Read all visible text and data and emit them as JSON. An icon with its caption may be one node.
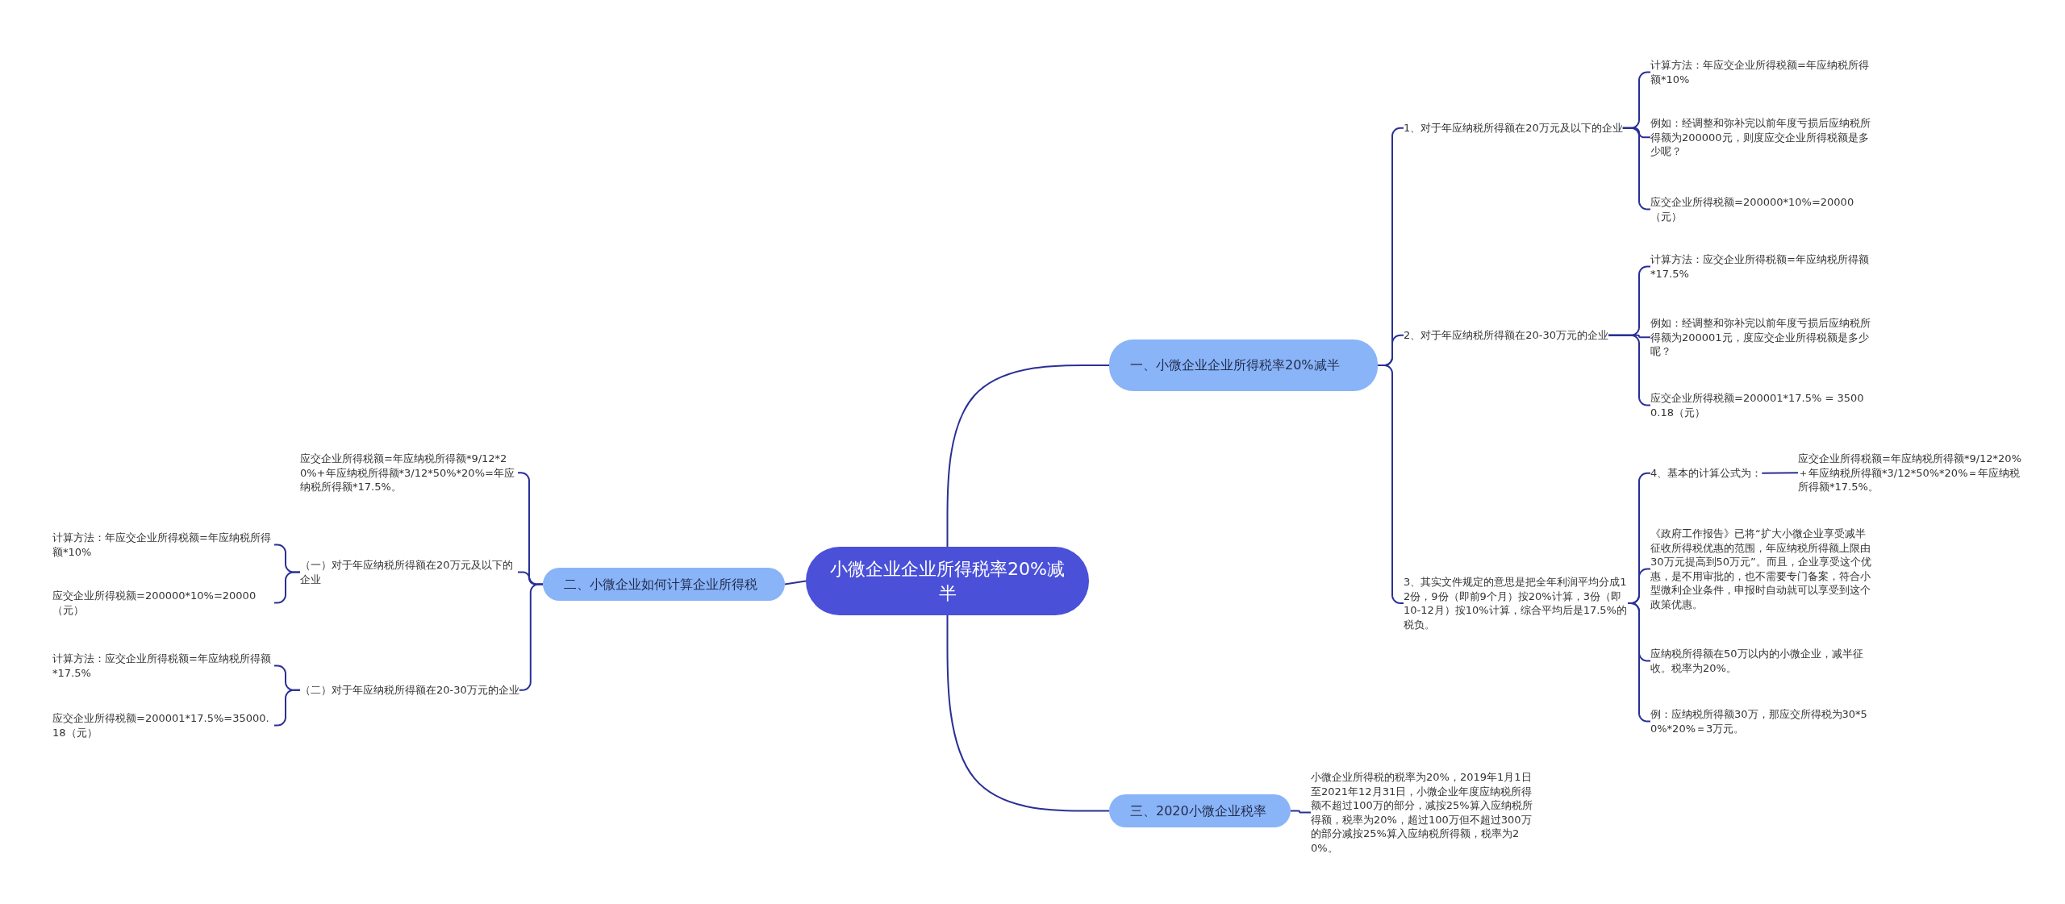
{
  "diagram": {
    "nodes": [
      {
        "text": [
          "小微企业企业所得税率20%减半"
        ]
      },
      {
        "text": [
          "一、小微企业企业所得税率20%减半"
        ]
      },
      {
        "text": [
          "1、对于年应纳税所得额在20万元及以下的企业"
        ]
      },
      {
        "text": [
          "计算方法：年应交企业所得税额=年应纳税所得额*10%"
        ]
      },
      {
        "text": [
          "例如：经调整和弥补完以前年度亏损后应纳税所得额为200000元，则度应交企业所得税额是多少呢？"
        ]
      },
      {
        "text": [
          "应交企业所得税额=200000*10%=20000（元）"
        ]
      },
      {
        "text": [
          "2、对于年应纳税所得额在20-30万元的企业"
        ]
      },
      {
        "text": [
          "计算方法：应交企业所得税额=年应纳税所得额*17.5%"
        ]
      },
      {
        "text": [
          "例如：经调整和弥补完以前年度亏损后应纳税所得额为200001元，度应交企业所得税额是多少呢？"
        ]
      },
      {
        "text": [
          "应交企业所得税额=200001*17.5% = 35000.18（元）"
        ]
      },
      {
        "text": [
          "3、其实文件规定的意思是把全年利润平均分成12份，9份（即前9个月）按20%计算，3份（即10-12月）按10%计算，综合平均后是17.5%的税负。"
        ]
      },
      {
        "text": [
          "4、基本的计算公式为："
        ]
      },
      {
        "text": [
          "应交企业所得税额=年应纳税所得额*9/12*20%＋年应纳税所得额*3/12*50%*20%＝年应纳税所得额*17.5%。"
        ]
      },
      {
        "text": [
          "《政府工作报告》已将“扩大小微企业享受减半征收所得税优惠的范围，年应纳税所得额上限由30万元提高到50万元”。而且，企业享受这个优惠，是不用审批的，也不需要专门备案，符合小型微利企业条件，申报时自动就可以享受到这个政策优惠。"
        ]
      },
      {
        "text": [
          "应纳税所得额在50万以内的小微企业，减半征收。税率为20%。"
        ]
      },
      {
        "text": [
          "例：应纳税所得额30万，那应交所得税为30*50%*20%＝3万元。"
        ]
      },
      {
        "text": [
          "二、小微企业如何计算企业所得税"
        ]
      },
      {
        "text": [
          "应交企业所得税额=年应纳税所得额*9/12*20%+年应纳税所得额*3/12*50%*20%=年应纳税所得额*17.5%。"
        ]
      },
      {
        "text": [
          "（一）对于年应纳税所得额在20万元及以下的企业"
        ]
      },
      {
        "text": [
          "计算方法：年应交企业所得税额=年应纳税所得额*10%"
        ]
      },
      {
        "text": [
          "应交企业所得税额=200000*10%=20000（元）"
        ]
      },
      {
        "text": [
          "（二）对于年应纳税所得额在20-30万元的企业"
        ]
      },
      {
        "text": [
          "计算方法：应交企业所得税额=年应纳税所得额*17.5%"
        ]
      },
      {
        "text": [
          "应交企业所得税额=200001*17.5%=35000.18（元）"
        ]
      },
      {
        "text": [
          "三、2020小微企业税率"
        ]
      },
      {
        "text": [
          "小微企业所得税的税率为20%，2019年1月1日至2021年12月31日，小微企业年度应纳税所得额不超过100万的部分，减按25%算入应纳税所得额，税率为20%，超过100万但不超过300万的部分减按25%算入应纳税所得额，税率为20%。"
        ]
      }
    ],
    "edges": [
      {
        "from": 0,
        "to": 1,
        "arrow": "none"
      },
      {
        "from": 1,
        "to": 2,
        "arrow": "none"
      },
      {
        "from": 2,
        "to": 3,
        "arrow": "none"
      },
      {
        "from": 2,
        "to": 4,
        "arrow": "none"
      },
      {
        "from": 2,
        "to": 5,
        "arrow": "none"
      },
      {
        "from": 1,
        "to": 6,
        "arrow": "none"
      },
      {
        "from": 6,
        "to": 7,
        "arrow": "none"
      },
      {
        "from": 6,
        "to": 8,
        "arrow": "none"
      },
      {
        "from": 6,
        "to": 9,
        "arrow": "none"
      },
      {
        "from": 1,
        "to": 10,
        "arrow": "none"
      },
      {
        "from": 10,
        "to": 11,
        "arrow": "none"
      },
      {
        "from": 11,
        "to": 12,
        "arrow": "none"
      },
      {
        "from": 10,
        "to": 13,
        "arrow": "none"
      },
      {
        "from": 10,
        "to": 14,
        "arrow": "none"
      },
      {
        "from": 10,
        "to": 15,
        "arrow": "none"
      },
      {
        "from": 0,
        "to": 16,
        "arrow": "none"
      },
      {
        "from": 16,
        "to": 17,
        "arrow": "none"
      },
      {
        "from": 16,
        "to": 18,
        "arrow": "none"
      },
      {
        "from": 18,
        "to": 19,
        "arrow": "none"
      },
      {
        "from": 18,
        "to": 20,
        "arrow": "none"
      },
      {
        "from": 16,
        "to": 21,
        "arrow": "none"
      },
      {
        "from": 21,
        "to": 22,
        "arrow": "none"
      },
      {
        "from": 21,
        "to": 23,
        "arrow": "none"
      },
      {
        "from": 0,
        "to": 24,
        "arrow": "none"
      },
      {
        "from": 24,
        "to": 25,
        "arrow": "none"
      }
    ]
  }
}
